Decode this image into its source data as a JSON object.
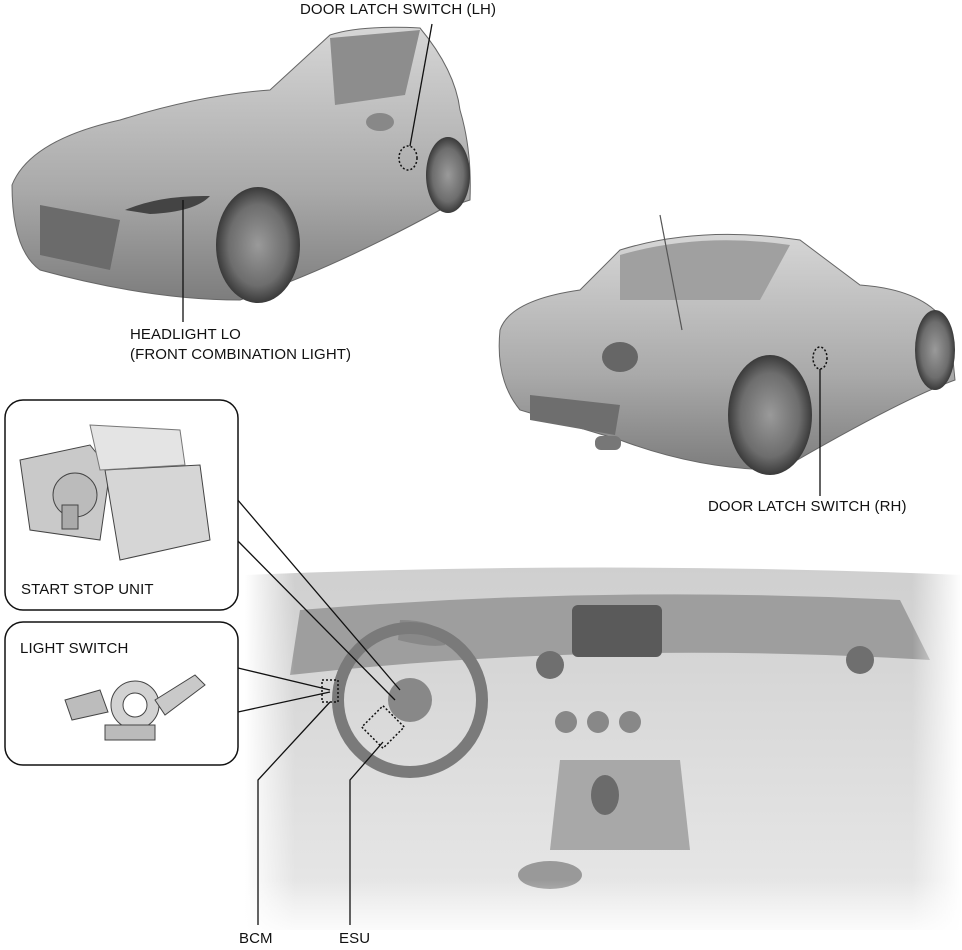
{
  "labels": {
    "door_latch_lh": "DOOR LATCH SWITCH (LH)",
    "headlight_lo": "HEADLIGHT LO",
    "headlight_lo_sub": "(FRONT COMBINATION LIGHT)",
    "door_latch_rh": "DOOR LATCH SWITCH (RH)",
    "start_stop_unit": "START STOP UNIT",
    "light_switch": "LIGHT SWITCH",
    "bcm": "BCM",
    "esu": "ESU"
  },
  "colors": {
    "body": "#b4b4b4",
    "dark": "#555555",
    "line": "#111111"
  }
}
